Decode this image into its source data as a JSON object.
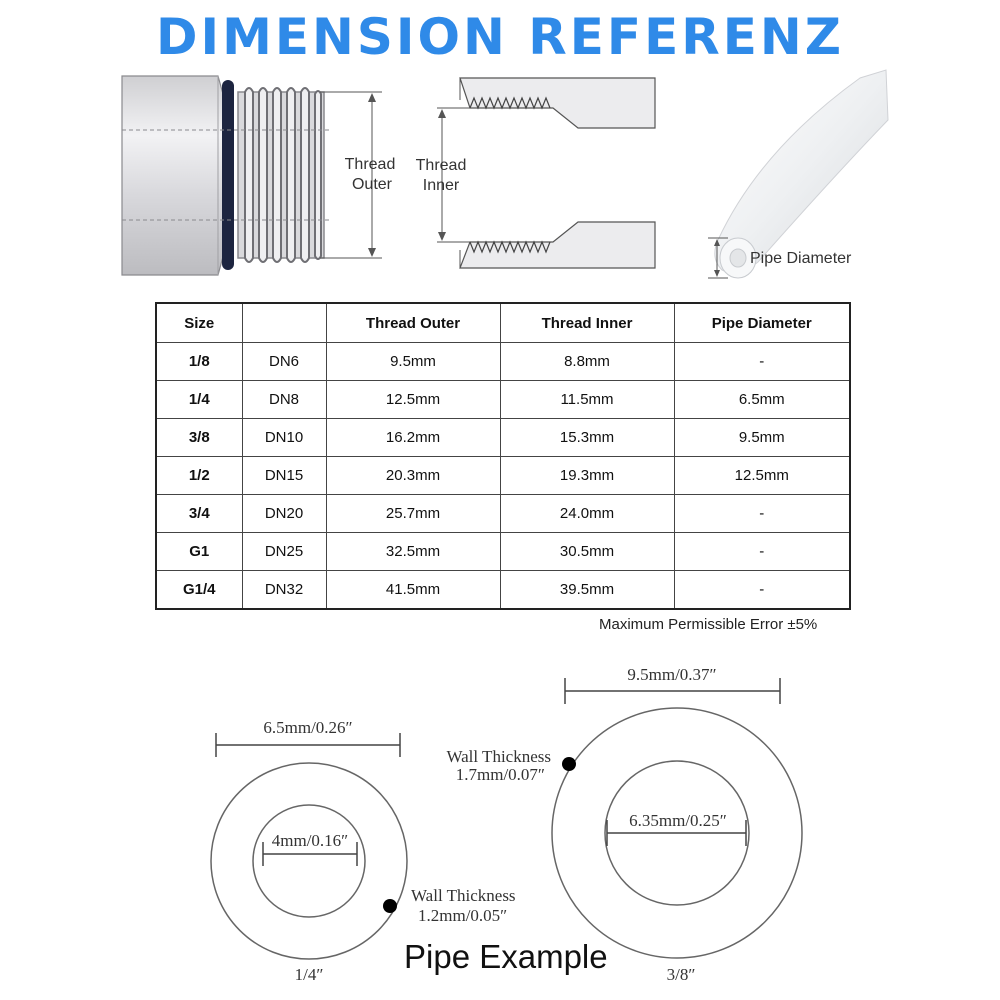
{
  "title": "DIMENSION REFERENZ",
  "diagram": {
    "thread_outer": [
      "Thread",
      "Outer"
    ],
    "thread_inner": [
      "Thread",
      "Inner"
    ],
    "pipe_diameter": "Pipe Diameter"
  },
  "table": {
    "headers": [
      "Size",
      "",
      "Thread Outer",
      "Thread Inner",
      "Pipe Diameter"
    ],
    "rows": [
      [
        "1/8",
        "DN6",
        "9.5mm",
        "8.8mm",
        "-"
      ],
      [
        "1/4",
        "DN8",
        "12.5mm",
        "11.5mm",
        "6.5mm"
      ],
      [
        "3/8",
        "DN10",
        "16.2mm",
        "15.3mm",
        "9.5mm"
      ],
      [
        "1/2",
        "DN15",
        "20.3mm",
        "19.3mm",
        "12.5mm"
      ],
      [
        "3/4",
        "DN20",
        "25.7mm",
        "24.0mm",
        "-"
      ],
      [
        "G1",
        "DN25",
        "32.5mm",
        "30.5mm",
        "-"
      ],
      [
        "G1/4",
        "DN32",
        "41.5mm",
        "39.5mm",
        "-"
      ]
    ]
  },
  "note": "Maximum Permissible Error ±5%",
  "pipes": {
    "small": {
      "outer": "6.5mm/0.26″",
      "inner": "4mm/0.16″",
      "wall_label": "Wall Thickness",
      "wall_value": "1.2mm/0.05″",
      "size": "1/4″"
    },
    "large": {
      "outer": "9.5mm/0.37″",
      "inner": "6.35mm/0.25″",
      "wall_label": "Wall Thickness",
      "wall_value": "1.7mm/0.07″",
      "size": "3/8″"
    }
  },
  "pipe_example": "Pipe Example"
}
